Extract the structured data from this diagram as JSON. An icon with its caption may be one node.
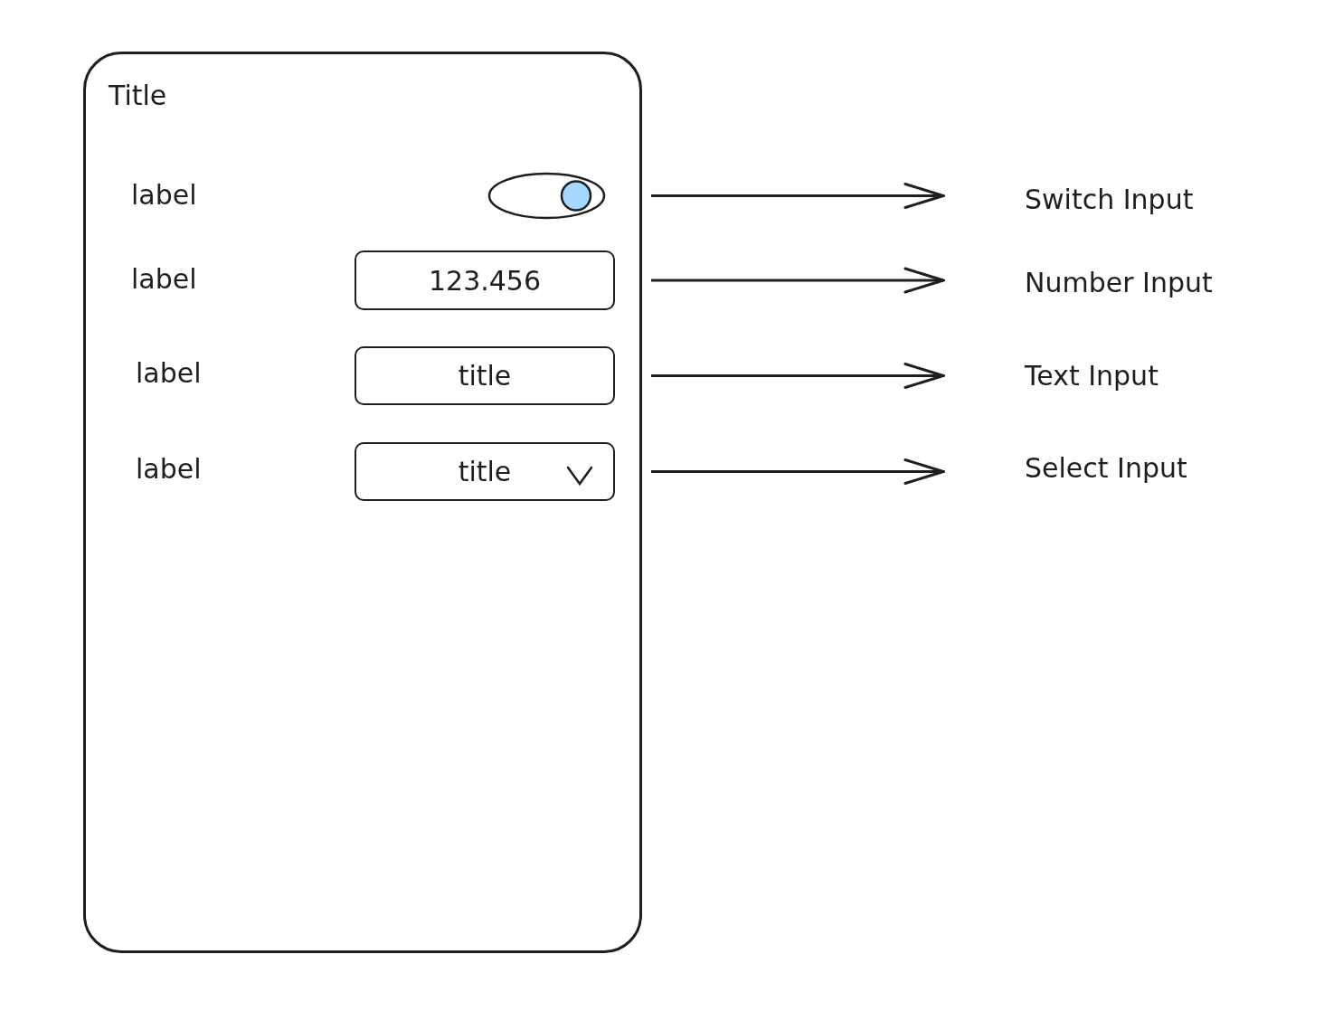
{
  "diagram": {
    "nodes": [
      {
        "text": [
          "Title"
        ]
      },
      {
        "text": [],
        "shape": "toggle",
        "in": 0
      },
      {
        "text": [
          "123.456"
        ],
        "in": 0
      },
      {
        "text": [
          "title"
        ],
        "in": 0
      },
      {
        "text": [
          "title"
        ],
        "in": 0
      },
      {
        "text": [
          "Switch Input"
        ]
      },
      {
        "text": [
          "Number Input"
        ]
      },
      {
        "text": [
          "Text Input"
        ]
      },
      {
        "text": [
          "Select Input"
        ]
      }
    ],
    "edges": [
      {
        "from": 1,
        "to": 5,
        "arrow": "to"
      },
      {
        "from": 2,
        "to": 6,
        "arrow": "to"
      },
      {
        "from": 3,
        "to": 7,
        "arrow": "to"
      },
      {
        "from": 4,
        "to": 8,
        "arrow": "to"
      }
    ],
    "labels": [
      "label",
      "label",
      "label",
      "label"
    ]
  }
}
